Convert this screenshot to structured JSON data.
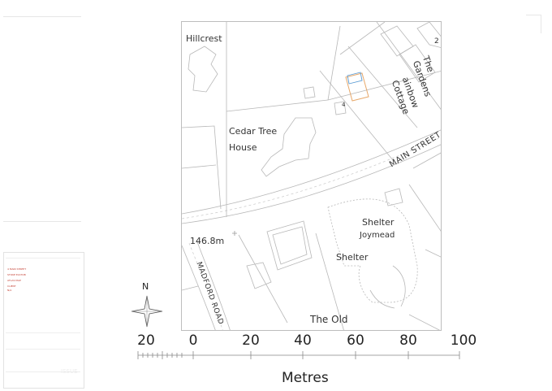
{
  "map": {
    "labels": {
      "hillcrest": "Hillcrest",
      "gardens_the": "The",
      "gardens_name": "Gardens",
      "rainbow": "ainbow",
      "cottage": "Cottage",
      "cedar1": "Cedar Tree",
      "cedar2": "House",
      "main_street": "MAIN STREET",
      "shelter1": "Shelter",
      "joymead": "Joymead",
      "shelter2": "Shelter",
      "spot_height": "146.8m",
      "madford_road": "MADFORD ROAD",
      "the_old": "The Old",
      "house_no_2": "2",
      "house_no_4": "4"
    }
  },
  "north_arrow": {
    "label": "N"
  },
  "scale_bar": {
    "ticks": [
      "20",
      "0",
      "20",
      "40",
      "60",
      "80",
      "100"
    ],
    "unit": "Metres"
  },
  "title_panel": {
    "address1": "4 MAIN STREET",
    "address2": "STOKE ELSTOB",
    "address3": "ATLAS MAP",
    "address4": "CLIENT",
    "address5": "N/A",
    "status": "ISSUE",
    "colors": {
      "accent": "#c23b2e",
      "site_outline": "#e7a86a",
      "building": "#5a9bd4"
    }
  }
}
